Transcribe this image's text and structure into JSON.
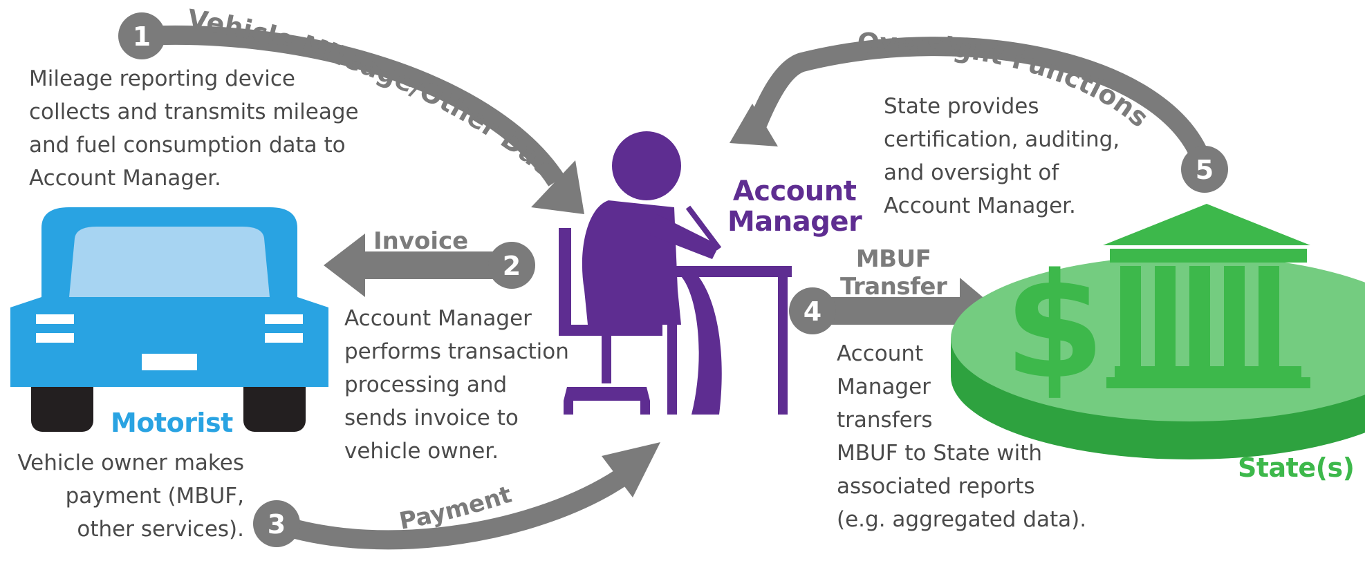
{
  "colors": {
    "arrow": "#7b7b7b",
    "motorist": "#29a3e2",
    "account_manager": "#5e2d91",
    "state": "#3db84b",
    "text": "#4a4a4a"
  },
  "flows": [
    {
      "number": "1",
      "label": "Vehicle Mileage/Other Data",
      "description": "Mileage reporting device\ncollects and transmits mileage\nand fuel consumption data to\nAccount Manager."
    },
    {
      "number": "2",
      "label": "Invoice",
      "description": "Account Manager\nperforms transaction\nprocessing and\nsends invoice to\nvehicle owner."
    },
    {
      "number": "3",
      "label": "Payment",
      "description": "Vehicle owner makes\npayment (MBUF,\nother services)."
    },
    {
      "number": "4",
      "label": "MBUF\nTransfer",
      "description": "Account\nManager\ntransfers\nMBUF to State with\nassociated reports\n(e.g. aggregated data)."
    },
    {
      "number": "5",
      "label": "Oversight Functions",
      "description": "State provides\ncertification, auditing,\nand oversight of\nAccount Manager."
    }
  ],
  "actors": {
    "motorist": {
      "label": "Motorist",
      "icon": "car-icon"
    },
    "account_manager": {
      "label": "Account\nManager",
      "icon": "person-at-desk-icon"
    },
    "state": {
      "label": "State(s)",
      "icon": "state-bank-icon",
      "symbol": "$"
    }
  }
}
